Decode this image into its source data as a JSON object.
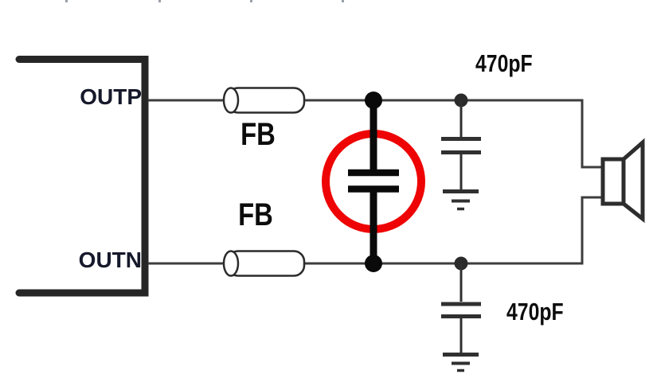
{
  "schematic": {
    "amplifier": {
      "pins": [
        {
          "label": "OUTP"
        },
        {
          "label": "OUTN"
        }
      ]
    },
    "ferrite_beads": [
      {
        "label": "FB"
      },
      {
        "label": "FB"
      }
    ],
    "filter_capacitors": [
      {
        "value": "470pF"
      },
      {
        "value": "470pF"
      }
    ],
    "highlighted_component": "bridge-capacitor",
    "colors": {
      "highlight_red": "#ee0404",
      "wire_gray": "#3d3d3d",
      "component_dark": "#2b2b2b",
      "pin_label": "#16192b",
      "value_label": "#0c0c0c"
    }
  }
}
